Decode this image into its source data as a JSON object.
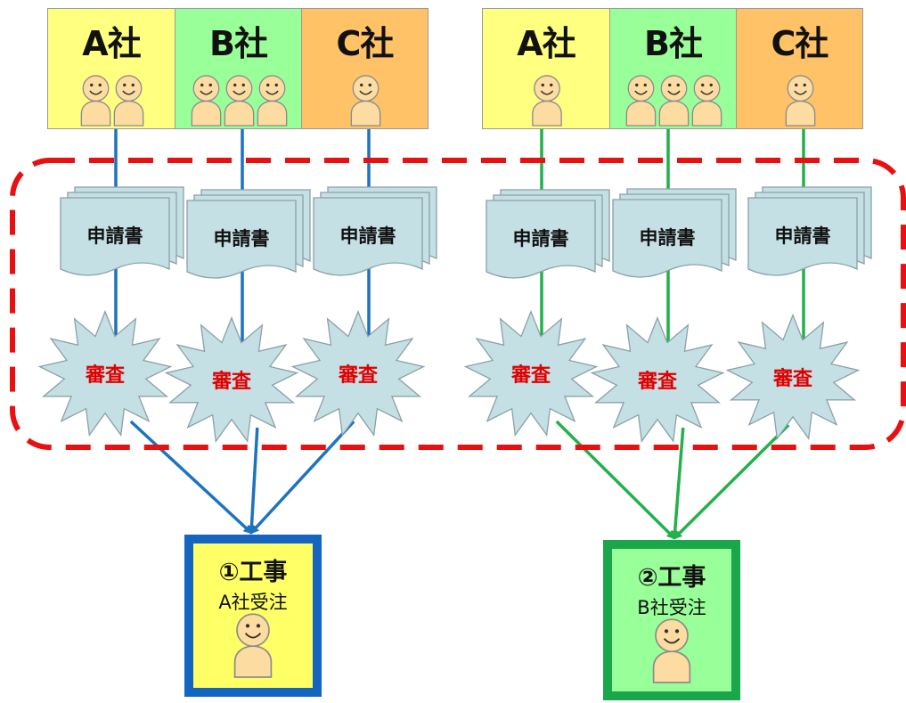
{
  "groups": [
    {
      "companies": [
        {
          "name": "A社",
          "color": "#ffff80",
          "people": 2
        },
        {
          "name": "B社",
          "color": "#99ff99",
          "people": 3
        },
        {
          "name": "C社",
          "color": "#ffc266",
          "people": 1
        }
      ],
      "line_color": "#1e73be",
      "result": {
        "title": "①工事",
        "subtitle": "A社受注",
        "border": "#1565c0",
        "fill": "#ffff66"
      }
    },
    {
      "companies": [
        {
          "name": "A社",
          "color": "#ffff80",
          "people": 1
        },
        {
          "name": "B社",
          "color": "#99ff99",
          "people": 3
        },
        {
          "name": "C社",
          "color": "#ffc266",
          "people": 1
        }
      ],
      "line_color": "#22b14c",
      "result": {
        "title": "②工事",
        "subtitle": "B社受注",
        "border": "#1aa64a",
        "fill": "#99ff99"
      }
    }
  ],
  "labels": {
    "application": "申請書",
    "review": "審査"
  },
  "colors": {
    "document_fill": "#c5e0e5",
    "burst_fill": "#c5e0e5",
    "outline": "#8aa0a8",
    "review_text": "#e00000",
    "dashed_border": "#e81010",
    "person_fill": "#fcdca0"
  }
}
